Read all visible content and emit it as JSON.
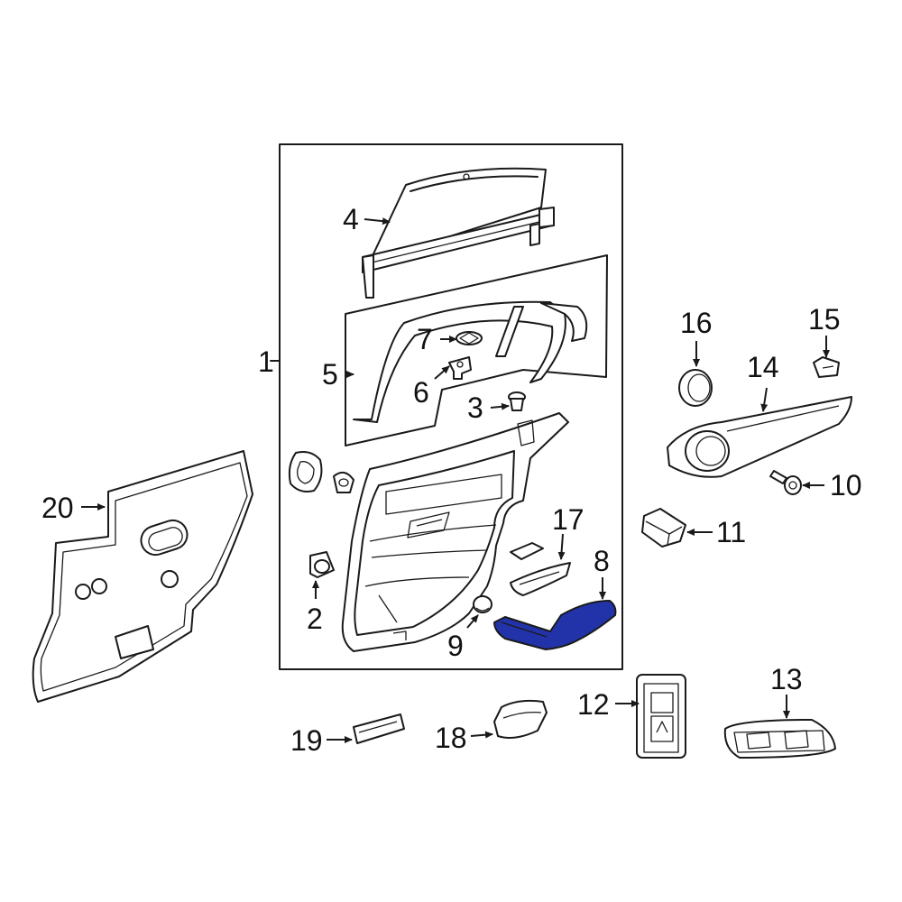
{
  "highlight_color": "#2233aa",
  "callouts": {
    "c1": "1",
    "c2": "2",
    "c3": "3",
    "c4": "4",
    "c5": "5",
    "c6": "6",
    "c7": "7",
    "c8": "8",
    "c9": "9",
    "c10": "10",
    "c11": "11",
    "c12": "12",
    "c13": "13",
    "c14": "14",
    "c15": "15",
    "c16": "16",
    "c17": "17",
    "c18": "18",
    "c19": "19",
    "c20": "20"
  }
}
